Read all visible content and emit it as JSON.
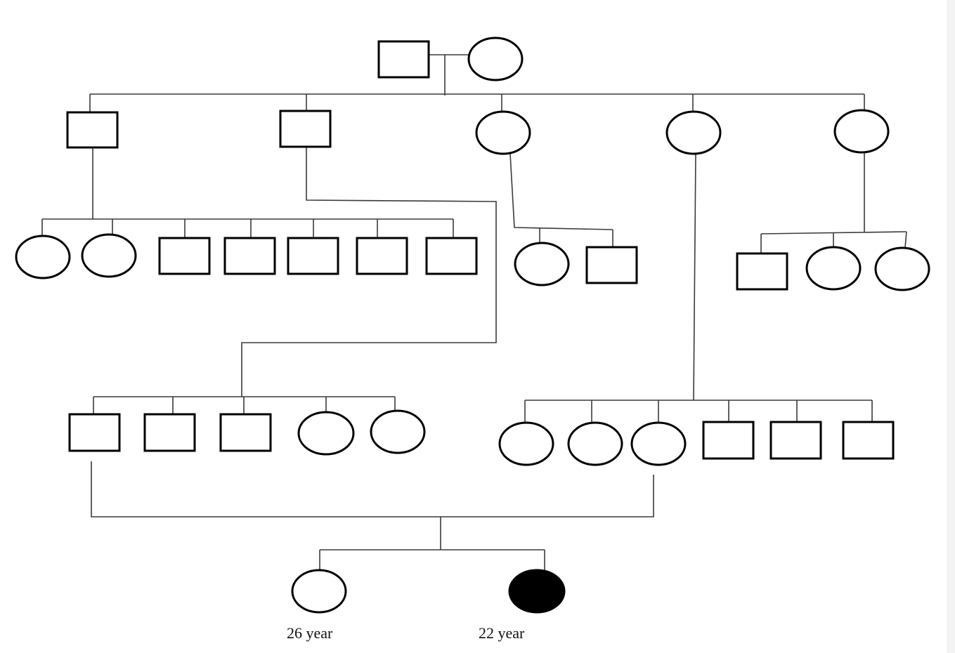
{
  "pedigree": {
    "generations": [
      {
        "members": [
          {
            "sex": "male",
            "affected": false
          },
          {
            "sex": "female",
            "affected": false
          }
        ]
      },
      {
        "members": [
          {
            "sex": "male",
            "affected": false
          },
          {
            "sex": "male",
            "affected": false
          },
          {
            "sex": "female",
            "affected": false
          },
          {
            "sex": "female",
            "affected": false
          },
          {
            "sex": "female",
            "affected": false
          }
        ]
      },
      {
        "members": [
          {
            "sex": "female"
          },
          {
            "sex": "female"
          },
          {
            "sex": "male"
          },
          {
            "sex": "male"
          },
          {
            "sex": "male"
          },
          {
            "sex": "male"
          },
          {
            "sex": "male"
          },
          {
            "sex": "female"
          },
          {
            "sex": "male"
          },
          {
            "sex": "male"
          },
          {
            "sex": "female"
          },
          {
            "sex": "female"
          }
        ]
      },
      {
        "members": [
          {
            "sex": "male"
          },
          {
            "sex": "male"
          },
          {
            "sex": "male"
          },
          {
            "sex": "female"
          },
          {
            "sex": "female"
          },
          {
            "sex": "female"
          },
          {
            "sex": "female"
          },
          {
            "sex": "female"
          },
          {
            "sex": "male"
          },
          {
            "sex": "male"
          },
          {
            "sex": "male"
          }
        ]
      },
      {
        "members": [
          {
            "sex": "female",
            "affected": false,
            "age_label": "26 year"
          },
          {
            "sex": "female",
            "affected": true,
            "age_label": "22 year"
          }
        ]
      }
    ],
    "affected_color": "#000000",
    "unaffected_color": "#ffffff"
  }
}
